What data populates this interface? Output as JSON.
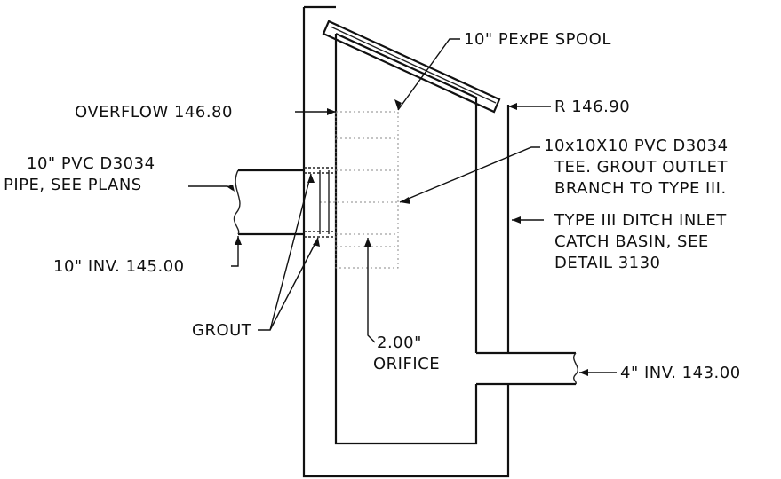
{
  "labels": {
    "spool": "10\" PExPE SPOOL",
    "overflow": "OVERFLOW 146.80",
    "rim": "R 146.90",
    "tee_line1": "10x10X10 PVC D3034",
    "tee_line2": "TEE. GROUT OUTLET",
    "tee_line3": "BRANCH TO TYPE III.",
    "pipe_line1": "10\" PVC D3034",
    "pipe_line2": "PIPE, SEE PLANS",
    "basin_line1": "TYPE III DITCH INLET",
    "basin_line2": "CATCH BASIN, SEE",
    "basin_line3": "DETAIL 3130",
    "inv10": "10\" INV. 145.00",
    "grout": "GROUT",
    "orifice_line1": "2.00\"",
    "orifice_line2": "ORIFICE",
    "inv4": "4\" INV. 143.00"
  }
}
